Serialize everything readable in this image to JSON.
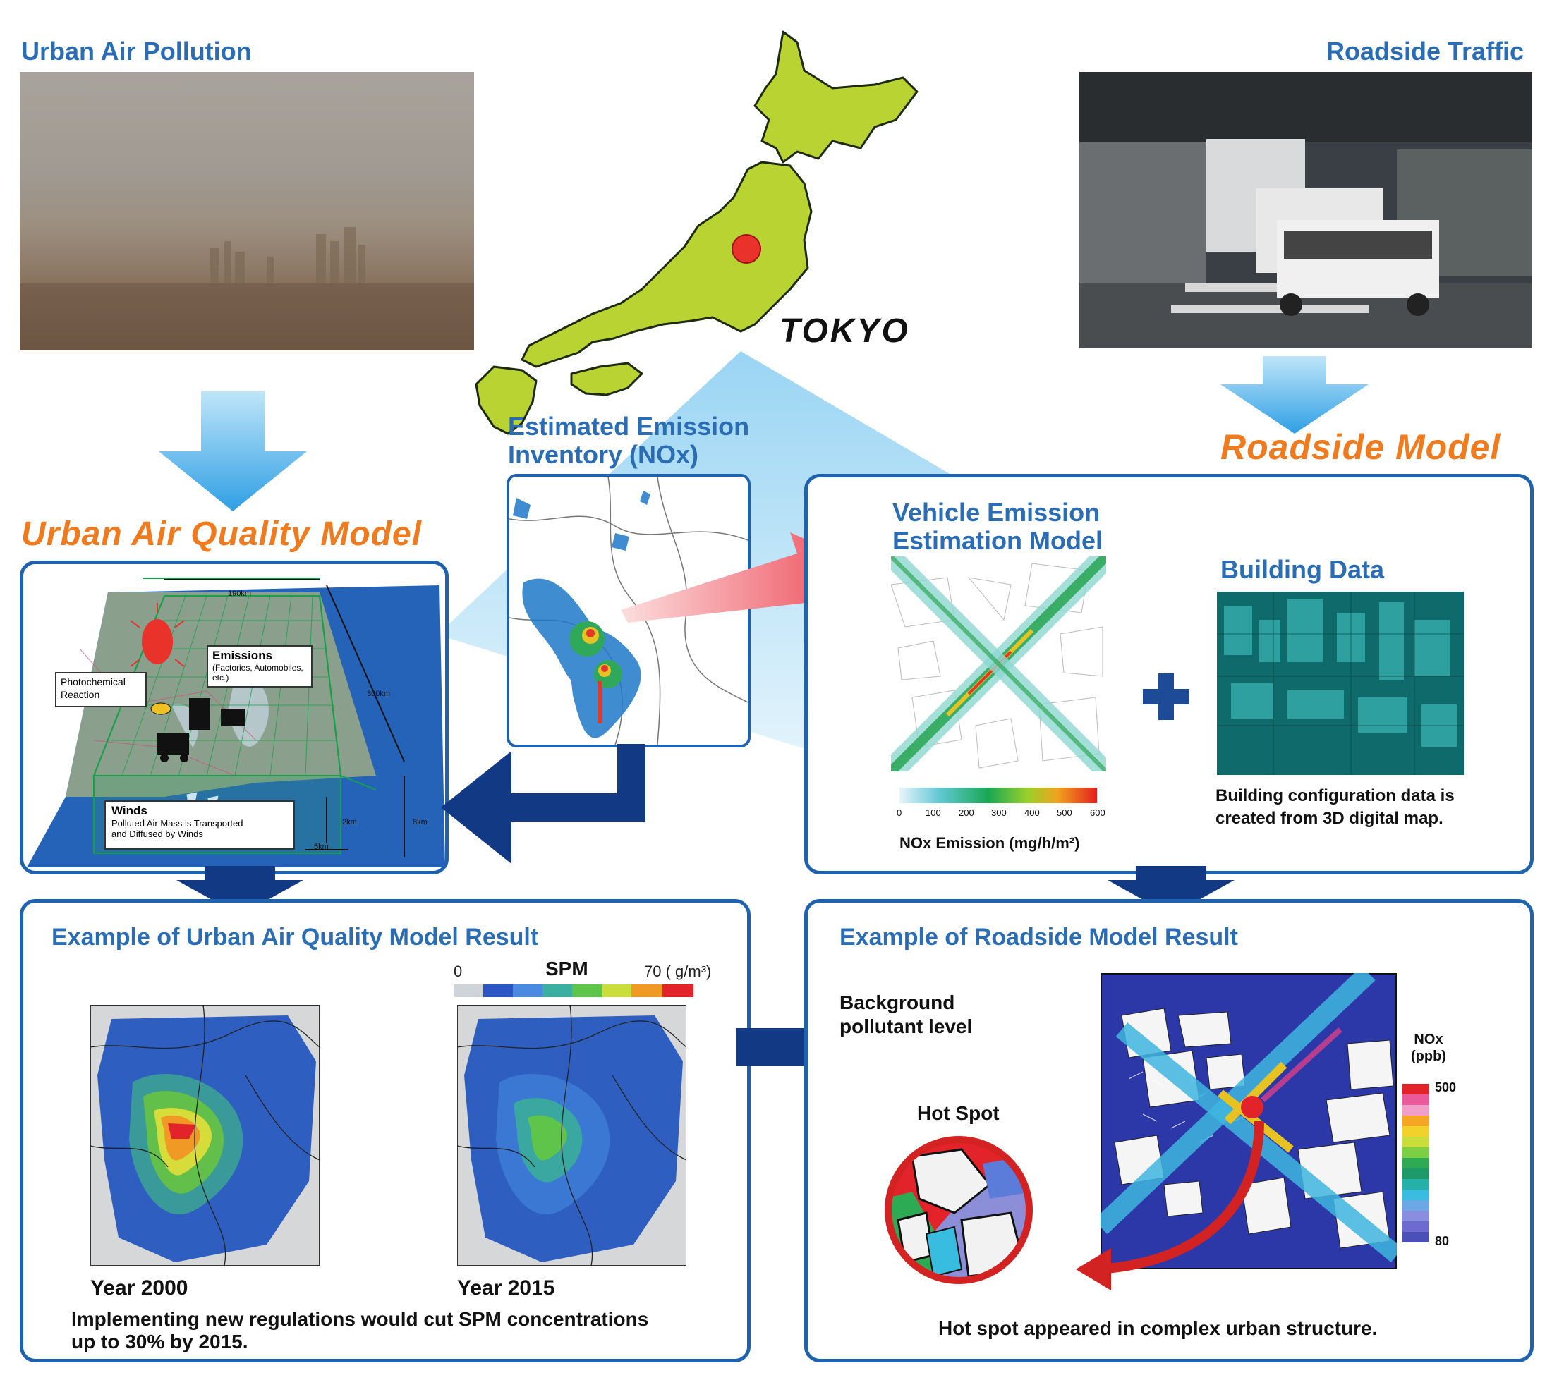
{
  "top": {
    "urban_air_pollution": "Urban Air Pollution",
    "roadside_traffic": "Roadside Traffic",
    "tokyo": "TOKYO"
  },
  "models": {
    "urban_air_quality_model": "Urban Air Quality Model",
    "roadside_model": "Roadside Model"
  },
  "inventory": {
    "title_line1": "Estimated Emission",
    "title_line2": "Inventory (NOx)"
  },
  "aq_diagram": {
    "dim_190": "190km",
    "dim_300": "300km",
    "dim_2": "2km",
    "dim_5": "5km",
    "dim_8": "8km",
    "emissions_title": "Emissions",
    "emissions_sub": "(Factories, Automobiles, etc.)",
    "photochemical_1": "Photochemical",
    "photochemical_2": "Reaction",
    "winds_title": "Winds",
    "winds_line1": "Polluted Air Mass is Transported",
    "winds_line2": "and Diffused by Winds"
  },
  "roadside_panel": {
    "vehicle_line1": "Vehicle Emission",
    "vehicle_line2": "Estimation Model",
    "building_data": "Building Data",
    "colorbar_ticks": [
      "0",
      "100",
      "200",
      "300",
      "400",
      "500",
      "600"
    ],
    "nox_emission_label": "NOx Emission (mg/h/m²)",
    "building_caption_1": "Building configuration data is",
    "building_caption_2": "created from 3D digital map."
  },
  "aq_result": {
    "title": "Example of Urban Air Quality Model Result",
    "spm_label": "SPM",
    "spm_min": "0",
    "spm_max": "70 ( g/m³)",
    "year_2000": "Year 2000",
    "year_2015": "Year 2015",
    "caption_1": "Implementing new regulations would cut SPM concentrations",
    "caption_2": "up to 30% by 2015."
  },
  "rs_result": {
    "title": "Example of Roadside Model Result",
    "background_1": "Background",
    "background_2": "pollutant level",
    "hot_spot": "Hot Spot",
    "nox_1": "NOx",
    "nox_2": "(ppb)",
    "nox_max": "500",
    "nox_min": "80",
    "caption": "Hot spot appeared in complex urban structure."
  },
  "colors": {
    "title_blue": "#2a6db5",
    "panel_blue": "#1f63b0",
    "arrow_navy": "#123a84",
    "model_orange": "#f07a1e",
    "japan_green": "#b9d432",
    "tokyo_red": "#e8322a"
  }
}
